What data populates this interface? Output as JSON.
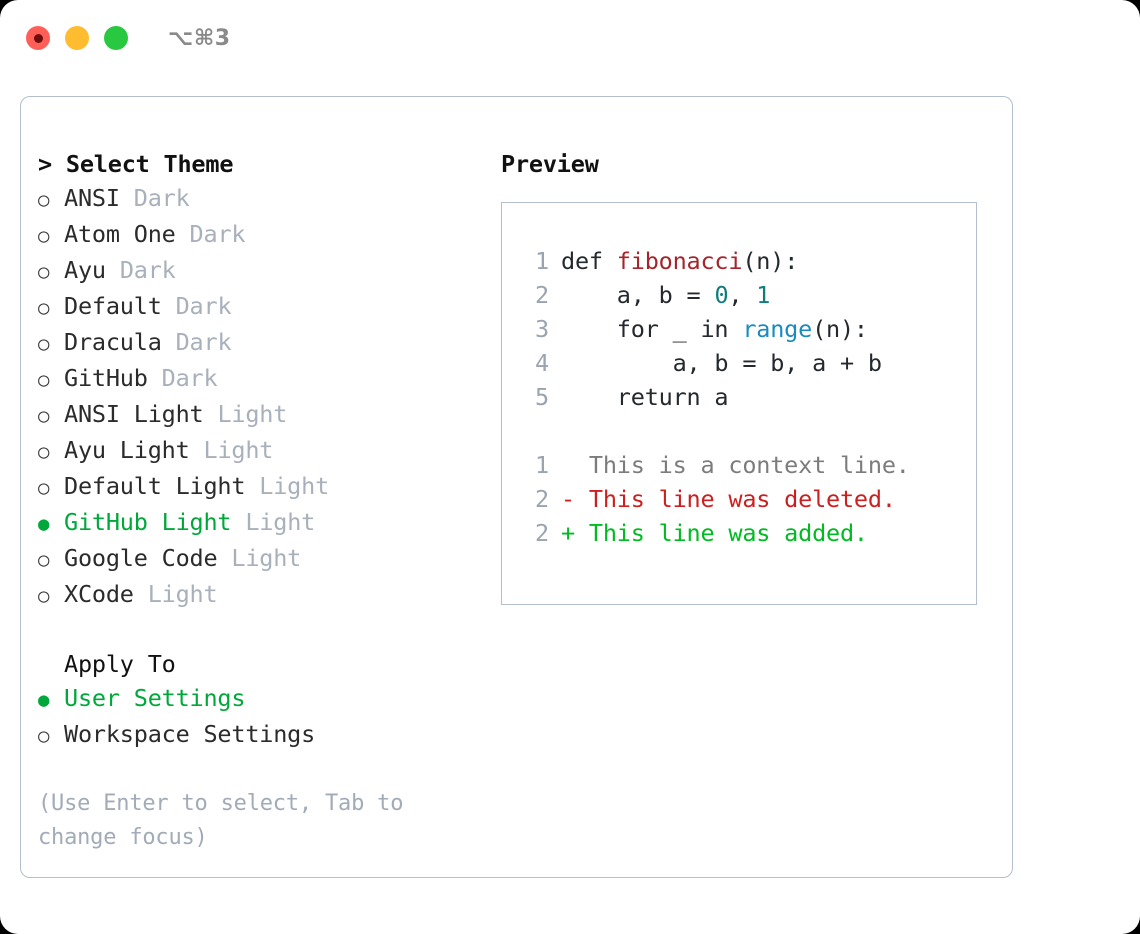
{
  "titlebar": {
    "shortcut": "⌥⌘3",
    "lights": [
      {
        "name": "close",
        "color": "#ff5f57"
      },
      {
        "name": "minimize",
        "color": "#febc2e"
      },
      {
        "name": "maximize",
        "color": "#28c840"
      }
    ]
  },
  "theme_picker": {
    "header": "> Select Theme",
    "items": [
      {
        "marker": "○",
        "label": "ANSI",
        "variant": "Dark",
        "selected": false
      },
      {
        "marker": "○",
        "label": "Atom One",
        "variant": "Dark",
        "selected": false
      },
      {
        "marker": "○",
        "label": "Ayu",
        "variant": "Dark",
        "selected": false
      },
      {
        "marker": "○",
        "label": "Default",
        "variant": "Dark",
        "selected": false
      },
      {
        "marker": "○",
        "label": "Dracula",
        "variant": "Dark",
        "selected": false
      },
      {
        "marker": "○",
        "label": "GitHub",
        "variant": "Dark",
        "selected": false
      },
      {
        "marker": "○",
        "label": "ANSI Light",
        "variant": "Light",
        "selected": false
      },
      {
        "marker": "○",
        "label": "Ayu Light",
        "variant": "Light",
        "selected": false
      },
      {
        "marker": "○",
        "label": "Default Light",
        "variant": "Light",
        "selected": false
      },
      {
        "marker": "●",
        "label": "GitHub Light",
        "variant": "Light",
        "selected": true
      },
      {
        "marker": "○",
        "label": "Google Code",
        "variant": "Light",
        "selected": false
      },
      {
        "marker": "○",
        "label": "XCode",
        "variant": "Light",
        "selected": false
      }
    ]
  },
  "apply_to": {
    "header": "Apply To",
    "items": [
      {
        "marker": "●",
        "label": "User Settings",
        "selected": true
      },
      {
        "marker": "○",
        "label": "Workspace Settings",
        "selected": false
      }
    ]
  },
  "hint": "(Use Enter to select, Tab to change focus)",
  "preview": {
    "header": "Preview",
    "code_lines": [
      {
        "no": "1",
        "parts": [
          {
            "t": "def ",
            "c": "plain"
          },
          {
            "t": "fibonacci",
            "c": "fn"
          },
          {
            "t": "(n):",
            "c": "plain"
          }
        ]
      },
      {
        "no": "2",
        "parts": [
          {
            "t": "    a, b = ",
            "c": "plain"
          },
          {
            "t": "0",
            "c": "num"
          },
          {
            "t": ", ",
            "c": "plain"
          },
          {
            "t": "1",
            "c": "num"
          }
        ]
      },
      {
        "no": "3",
        "parts": [
          {
            "t": "    for _ in ",
            "c": "plain"
          },
          {
            "t": "range",
            "c": "builtin"
          },
          {
            "t": "(n):",
            "c": "plain"
          }
        ]
      },
      {
        "no": "4",
        "parts": [
          {
            "t": "        a, b = b, a + b",
            "c": "plain"
          }
        ]
      },
      {
        "no": "5",
        "parts": [
          {
            "t": "    return a",
            "c": "plain"
          }
        ]
      }
    ],
    "diff_lines": [
      {
        "no": "1",
        "marker": "  ",
        "text": "This is a context line.",
        "kind": "context"
      },
      {
        "no": "2",
        "marker": "- ",
        "text": "This line was deleted.",
        "kind": "del"
      },
      {
        "no": "2",
        "marker": "+ ",
        "text": "This line was added.",
        "kind": "add"
      }
    ]
  },
  "colors": {
    "selected_green": "#00a83c",
    "diff_add_green": "#00bb22",
    "diff_del_red": "#cc1f1f",
    "variant_gray": "#a8b0bb",
    "border": "#b4bfcd",
    "function_red": "#a4252c",
    "number_teal": "#0f7d7d",
    "builtin_blue": "#1a8ac0"
  }
}
